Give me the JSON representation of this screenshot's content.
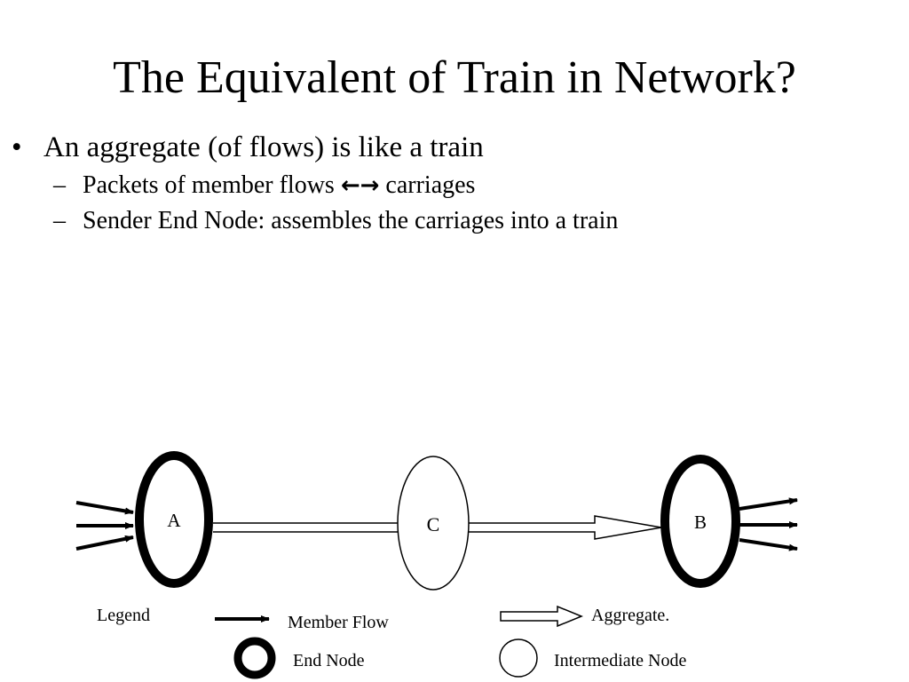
{
  "slide": {
    "title": "The Equivalent of Train in Network?",
    "bullets": [
      {
        "text": "An aggregate (of flows) is like a train",
        "subbullets": [
          {
            "before": "Packets of member flows ",
            "arrows": "←→",
            "after": " carriages"
          },
          {
            "text": "Sender End Node: assembles the carriages into a train"
          }
        ]
      }
    ],
    "bullet_mark": "•",
    "sub_mark": "–"
  },
  "diagram": {
    "nodes": [
      {
        "id": "A",
        "label": "A",
        "kind": "end"
      },
      {
        "id": "C",
        "label": "C",
        "kind": "intermediate"
      },
      {
        "id": "B",
        "label": "B",
        "kind": "end"
      }
    ],
    "legend": {
      "title": "Legend",
      "member_flow": "Member Flow",
      "aggregate": "Aggregate.",
      "end_node": "End Node",
      "intermediate_node": "Intermediate Node"
    },
    "colors": {
      "stroke": "#000000",
      "fill": "#ffffff"
    }
  }
}
